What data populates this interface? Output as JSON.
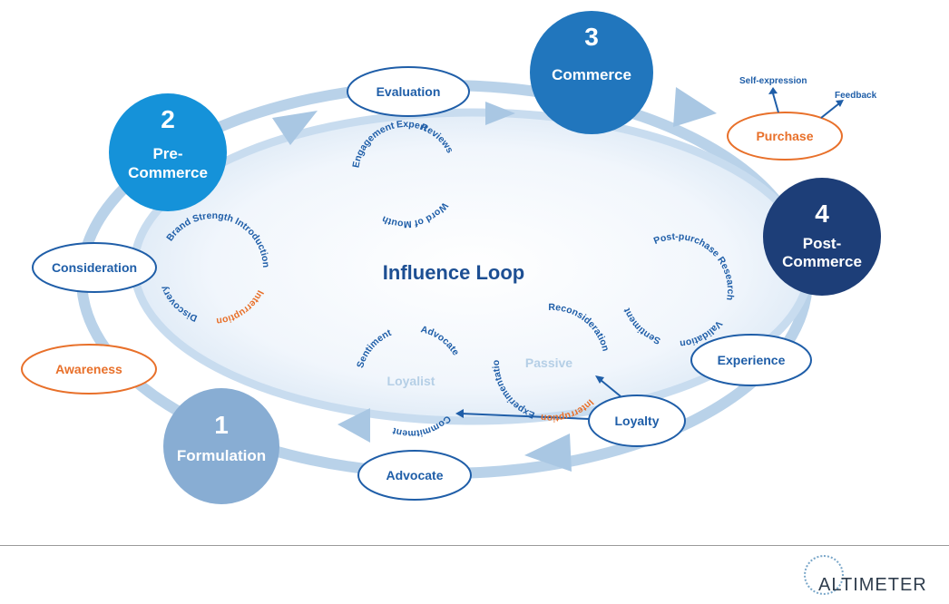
{
  "diagram": {
    "center_title": "Influence Loop",
    "stages": [
      {
        "number": "1",
        "label": "Formulation"
      },
      {
        "number": "2",
        "label_line1": "Pre-",
        "label_line2": "Commerce"
      },
      {
        "number": "3",
        "label": "Commerce"
      },
      {
        "number": "4",
        "label_line1": "Post-",
        "label_line2": "Commerce"
      }
    ],
    "nodes": {
      "evaluation": "Evaluation",
      "purchase": "Purchase",
      "consideration": "Consideration",
      "awareness": "Awareness",
      "experience": "Experience",
      "loyalty": "Loyalty",
      "advocate": "Advocate"
    },
    "purchase_branches": {
      "self_expression": "Self-expression",
      "feedback": "Feedback"
    },
    "cycles": {
      "evaluation": [
        "Expert",
        "Reviews",
        "Word of Mouth",
        "Engagement"
      ],
      "consideration": [
        "Brand Strength",
        "Introduction",
        "Interruption",
        "Discovery"
      ],
      "loyalist": {
        "center": "Loyalist",
        "items": [
          "Advocate",
          "Commitment",
          "Sentiment"
        ]
      },
      "passive": {
        "center": "Passive",
        "items": [
          "Reconsideration",
          "Interruption",
          "Experimentation"
        ]
      },
      "post_purchase": [
        "Post-purchase Research",
        "Validation",
        "Sentiment"
      ]
    },
    "colors": {
      "stage1": "#88add3",
      "stage2": "#1592d9",
      "stage3": "#2176bd",
      "stage4": "#1d3e78",
      "node_blue": "#1f5ea8",
      "node_orange": "#e8702a",
      "loop": "#b9d2e9"
    }
  },
  "logo": {
    "text": "ALTIMETER"
  }
}
